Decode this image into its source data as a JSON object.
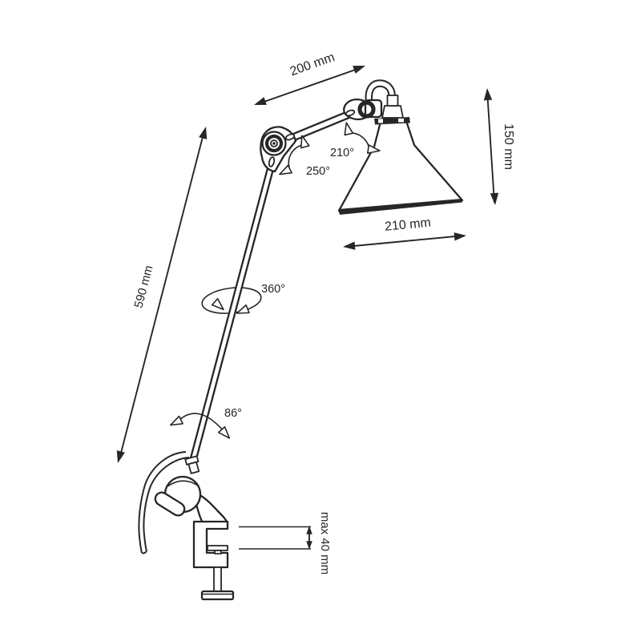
{
  "figure": {
    "type": "technical-drawing",
    "subject": "articulated clamp-mount lamp with conical shade",
    "background_color": "#ffffff",
    "ink_color": "#262626"
  },
  "dimensions": {
    "upper_arm_length": "200 mm",
    "shade_height": "150 mm",
    "shade_diameter": "210 mm",
    "lower_arm_length": "590 mm",
    "clamp_capacity": "max 40 mm"
  },
  "angles": {
    "head_rotation": "210°",
    "elbow_rotation": "250°",
    "stem_rotation": "360°",
    "base_swivel": "86°"
  }
}
